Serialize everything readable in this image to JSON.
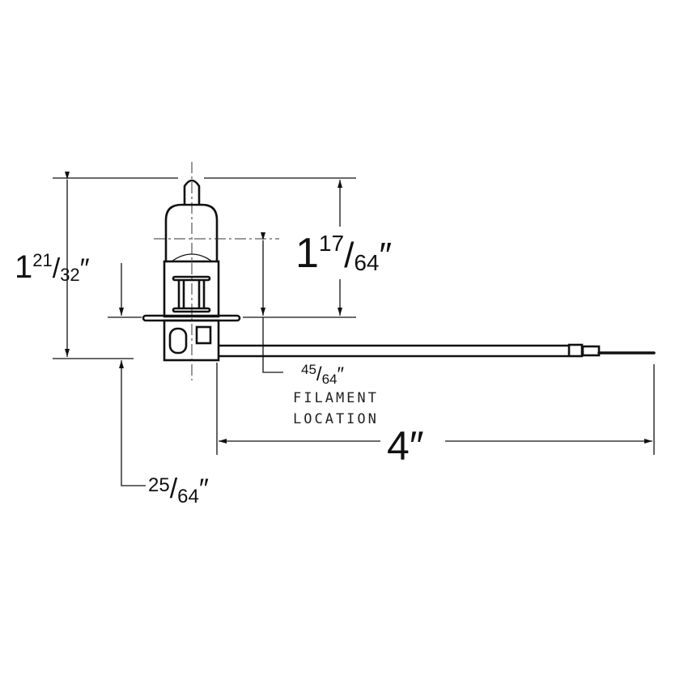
{
  "dimensions": {
    "overall_height": {
      "whole": "1",
      "num": "21",
      "den": "32",
      "unit": "″"
    },
    "top_to_flange": {
      "whole": "1",
      "num": "17",
      "den": "64",
      "unit": "″"
    },
    "filament": {
      "num": "45",
      "den": "64",
      "unit": "″",
      "caption_line1": "FILAMENT",
      "caption_line2": "LOCATION"
    },
    "flange_to_bottom": {
      "num": "25",
      "den": "64",
      "unit": "″"
    },
    "lead_length": {
      "whole": "4",
      "unit": "″"
    }
  }
}
